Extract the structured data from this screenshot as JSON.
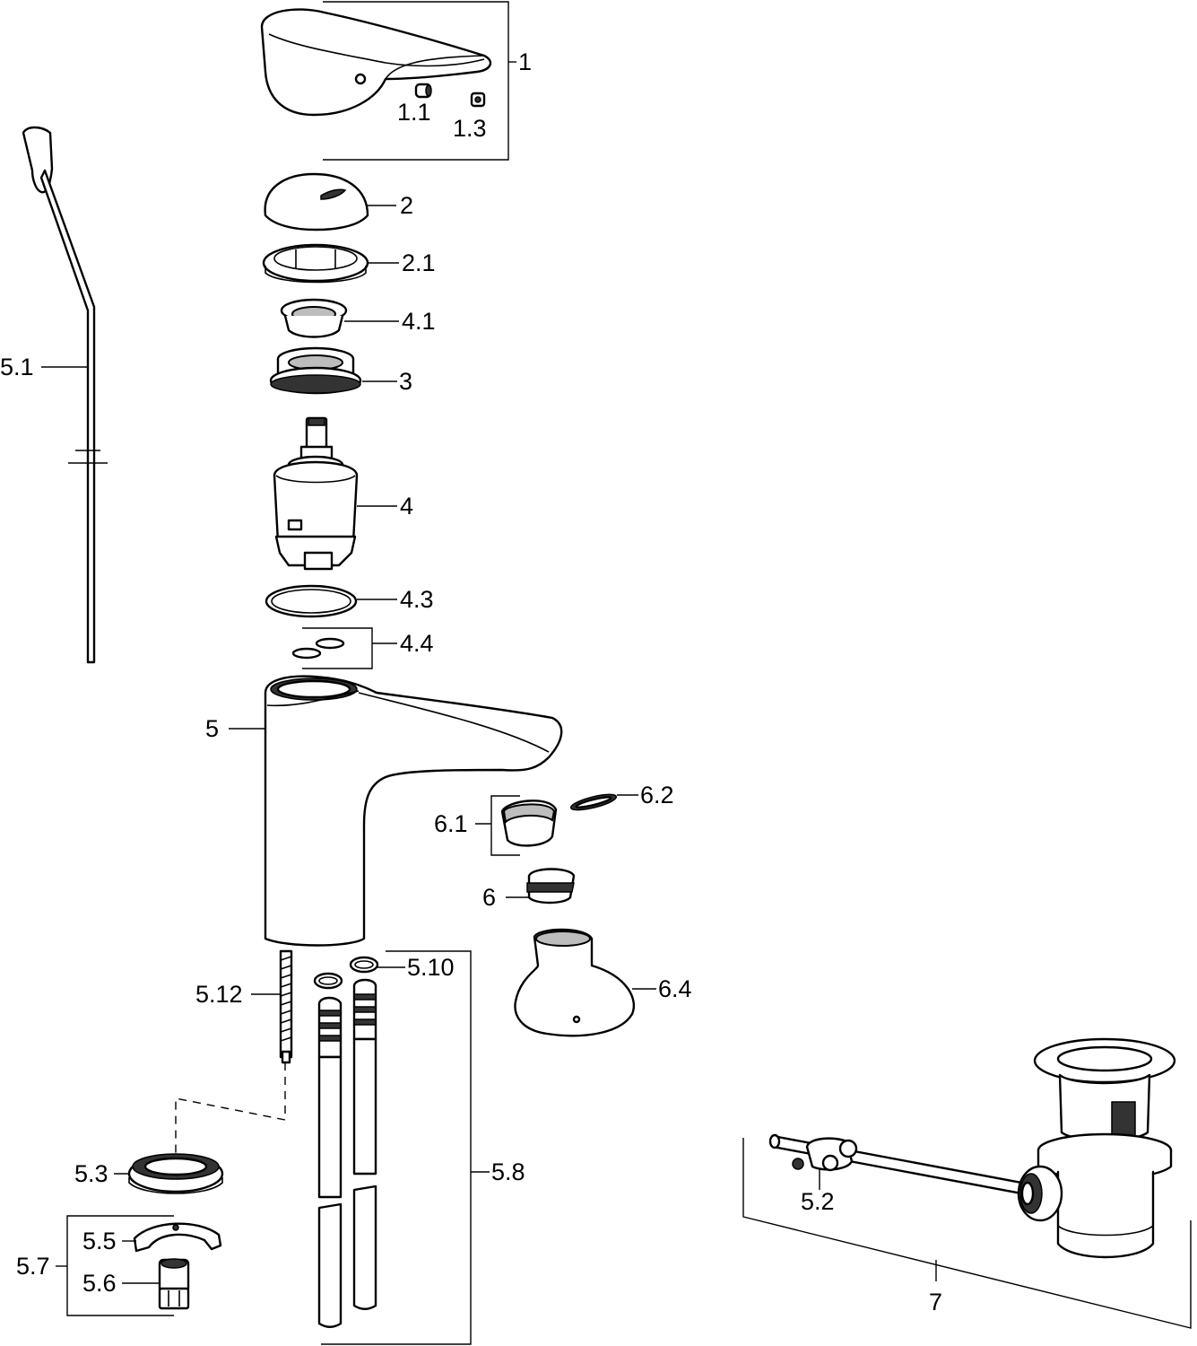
{
  "labels": {
    "l1": "1",
    "l1_1": "1.1",
    "l1_3": "1.3",
    "l2": "2",
    "l2_1": "2.1",
    "l4_1": "4.1",
    "l3": "3",
    "l4": "4",
    "l4_3": "4.3",
    "l4_4": "4.4",
    "l5": "5",
    "l5_1": "5.1",
    "l6_1": "6.1",
    "l6_2": "6.2",
    "l6": "6",
    "l6_4": "6.4",
    "l5_10": "5.10",
    "l5_12": "5.12",
    "l5_8": "5.8",
    "l5_3": "5.3",
    "l5_5": "5.5",
    "l5_7": "5.7",
    "l5_6": "5.6",
    "l5_2": "5.2",
    "l7": "7"
  }
}
